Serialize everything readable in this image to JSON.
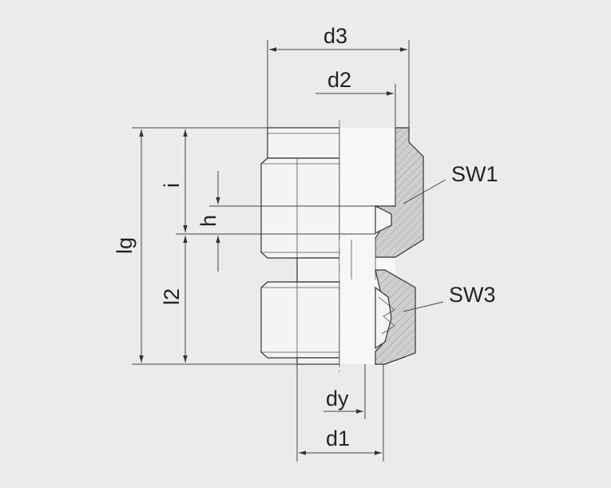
{
  "labels": {
    "d3": "d3",
    "d2": "d2",
    "d1": "d1",
    "dy": "dy",
    "lg": "lg",
    "i": "i",
    "h": "h",
    "l2": "l2",
    "sw1": "SW1",
    "sw3": "SW3"
  },
  "colors": {
    "background": "#ebebeb",
    "line": "#333333",
    "section_fill": "#c8c8c8"
  }
}
